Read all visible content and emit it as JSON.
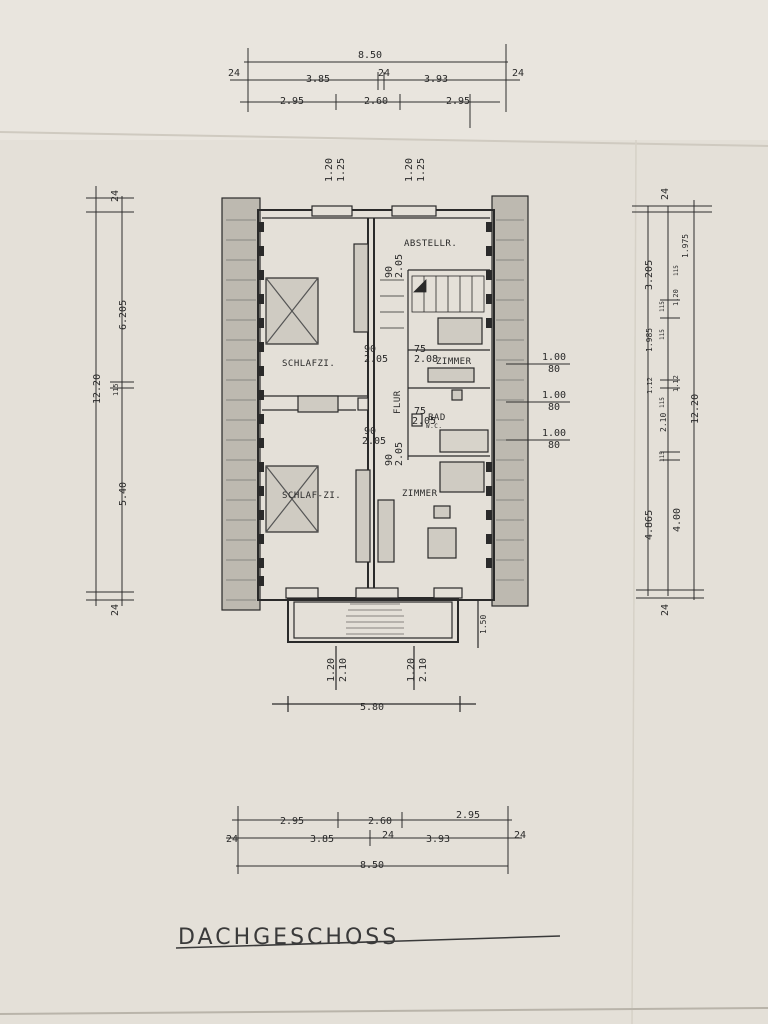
{
  "drawing": {
    "title": "DACHGESCHOSS",
    "rooms": {
      "abstell": "ABSTELLR.",
      "schlafzi_top": "SCHLAFZI.",
      "schlafzi_bottom": "SCHLAF-ZI.",
      "zimmer_top": "ZIMMER",
      "zimmer_bottom": "ZIMMER",
      "bad": "BAD",
      "wc": "W.C.",
      "flur": "FLUR"
    },
    "top_dims": {
      "total": "8.50",
      "left_wall": "24",
      "seg1": "3.85",
      "mid_wall": "24",
      "seg2": "3.93",
      "right_wall": "24",
      "a1": "2.95",
      "a2": "2.60",
      "a3": "2.95"
    },
    "bottom_dims": {
      "a1": "2.95",
      "a2": "2.60",
      "a3": "2.95",
      "left_wall": "24",
      "seg1": "3.85",
      "mid_wall": "24",
      "seg2": "3.93",
      "right_wall": "24",
      "total": "8.50"
    },
    "window_dims": {
      "top_left_w": "1.20",
      "top_left_h": "1.25",
      "top_right_w": "1.20",
      "top_right_h": "1.25",
      "bottom_left_w": "1.20",
      "bottom_left_h": "2.10",
      "bottom_right_w": "1.20",
      "bottom_right_h": "2.10"
    },
    "door_dims": {
      "d1_w": "90",
      "d1_h": "2.05",
      "d2_w": "90",
      "d2_h": "2.05",
      "d3_w": "75",
      "d3_h": "2.08",
      "d4_w": "75",
      "d4_h": "2.05",
      "d5_w": "90",
      "d5_h": "2.05",
      "d6_w": "90",
      "d6_h": "2.05"
    },
    "right_openings": {
      "o1_w": "1.00",
      "o1_h": "80",
      "o2_w": "1.00",
      "o2_h": "80",
      "o3_w": "1.00",
      "o3_h": "80"
    },
    "left_dims": {
      "top_wall": "24",
      "upper": "6.205",
      "total": "12.20",
      "mid": "115",
      "lower": "5.40",
      "bottom_wall": "24"
    },
    "right_dims": {
      "top_wall": "24",
      "r1": "1.975",
      "r2": "115",
      "r3": "3.205",
      "r4": "1.20",
      "r5": "115",
      "r6": "1.985",
      "r7": "115",
      "r8": "1.12",
      "r9": "1.12",
      "r10": "115",
      "r11": "2.10",
      "r12": "115",
      "r13": "4.865",
      "r14": "4.00",
      "total": "12.20",
      "bottom_wall": "24"
    },
    "balcony_depth": "1.50",
    "balcony_width": "5.80"
  }
}
